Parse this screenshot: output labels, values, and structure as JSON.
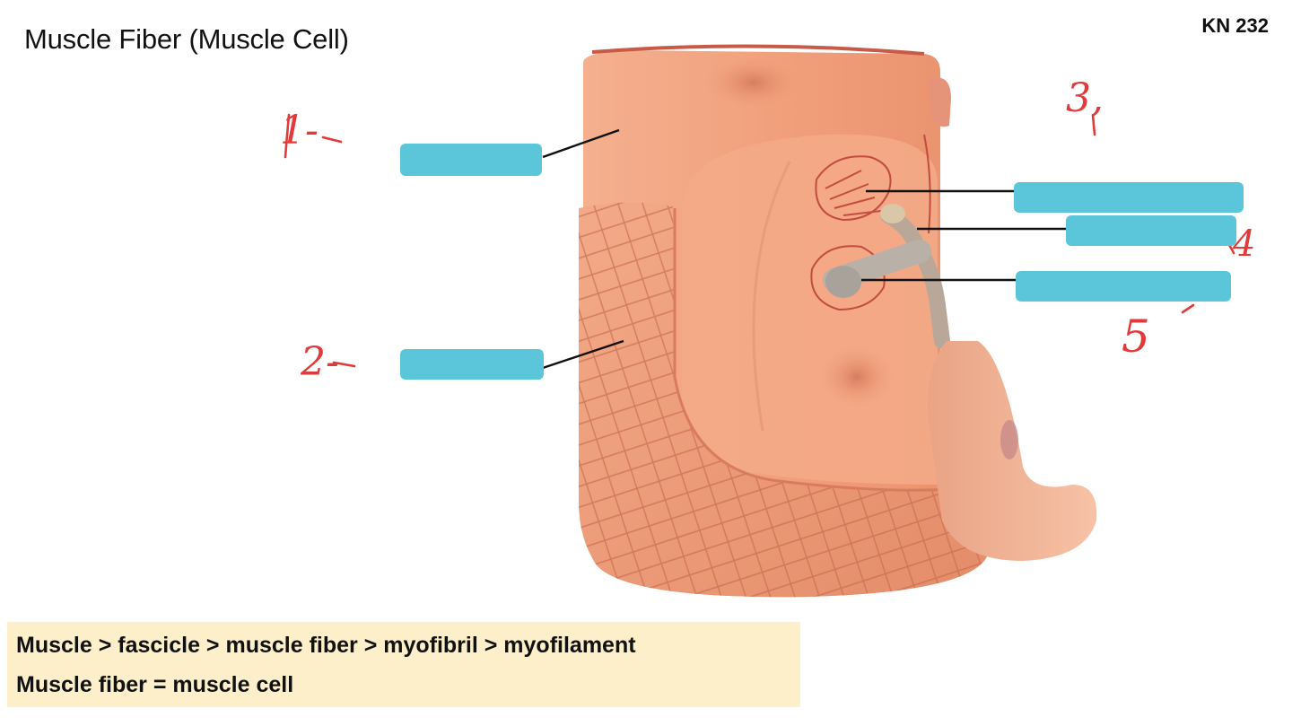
{
  "slide": {
    "title": "Muscle Fiber (Muscle Cell)",
    "course_code": "KN 232"
  },
  "handwritten_numbers": {
    "n1": "1-",
    "n2": "2-",
    "n3": "3,",
    "n4": "4",
    "n5": "5"
  },
  "note": {
    "line1": "Muscle > fascicle > muscle fiber > myofibril > myofilament",
    "line2": "Muscle fiber = muscle cell"
  },
  "colors": {
    "label_cover": "#5bc6d9",
    "handwriting": "#e03a3a",
    "note_bg": "#fcefc9",
    "model_skin": "#f0a27f"
  }
}
